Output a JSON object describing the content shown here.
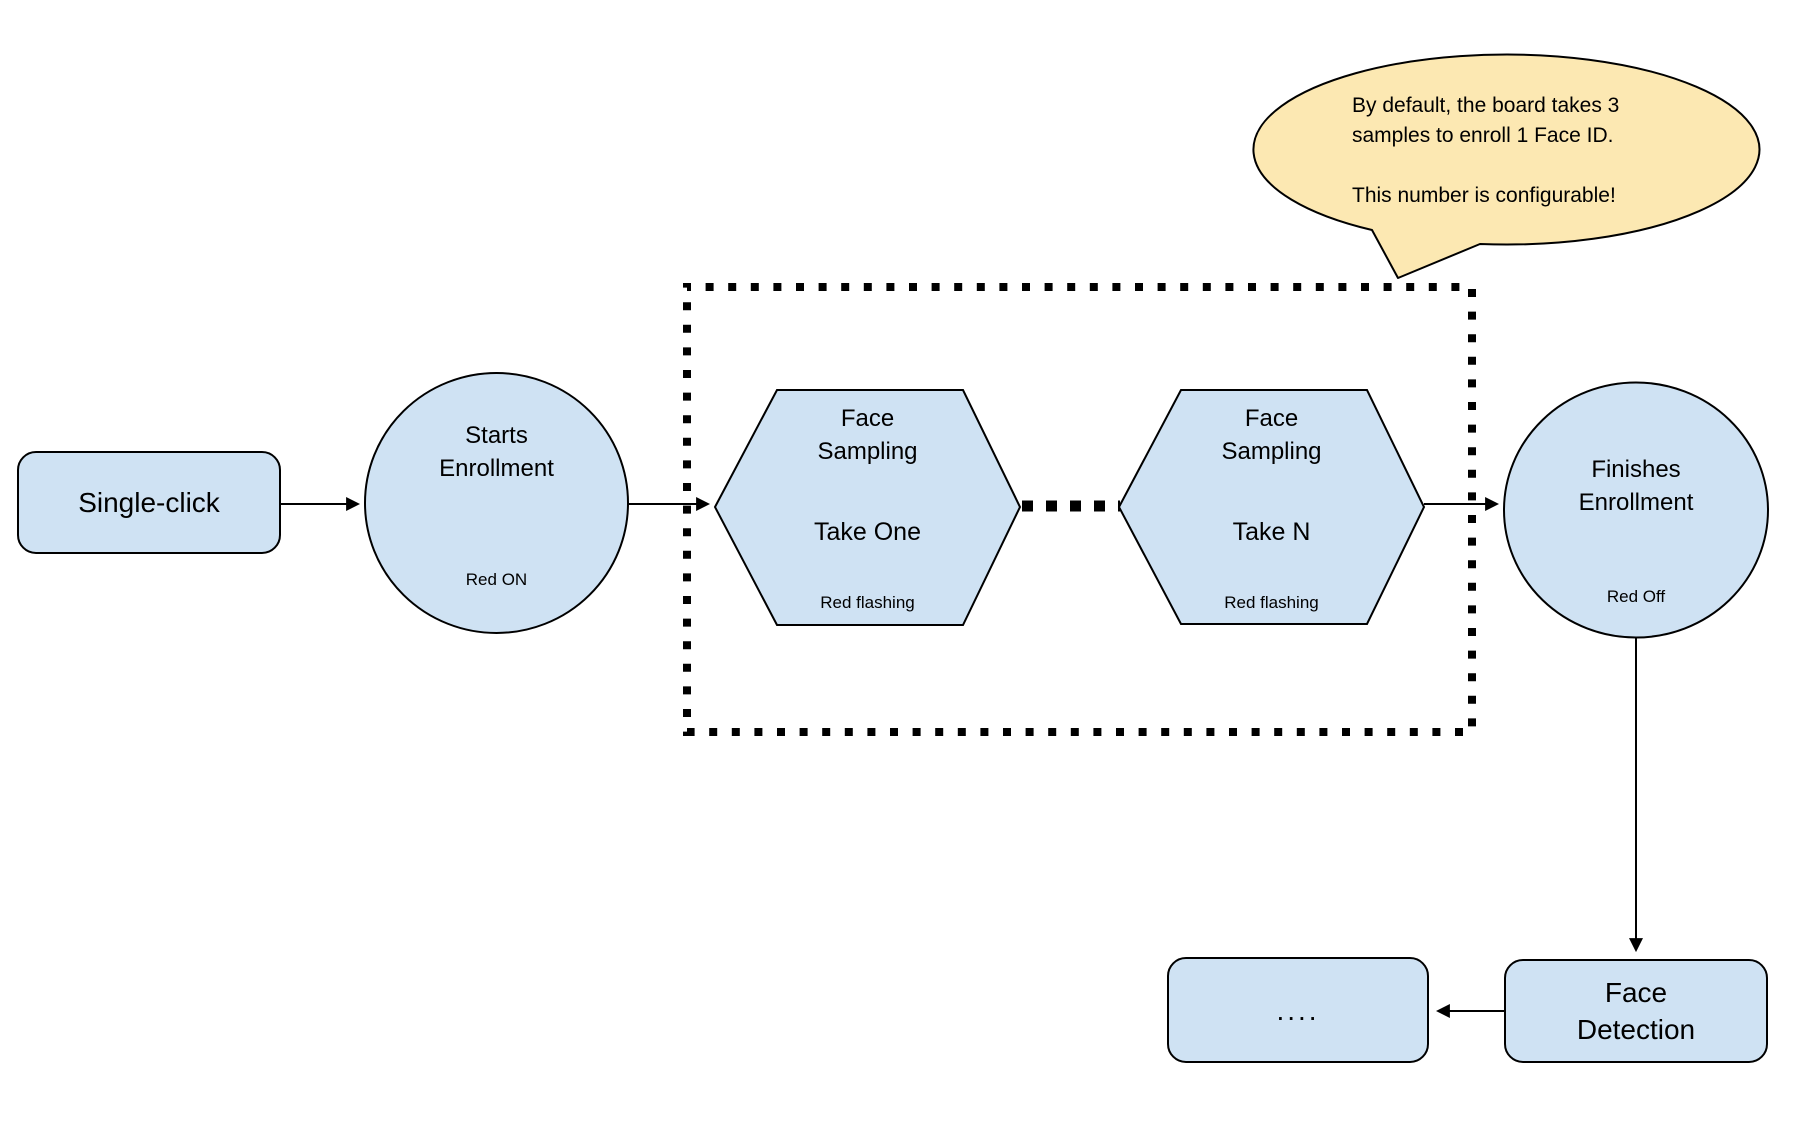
{
  "diagram": {
    "title_hint": "Face ID enrollment flowchart",
    "colors": {
      "node_fill": "#cfe2f3",
      "node_stroke": "#000000",
      "callout_fill": "#fce8b2",
      "background": "#ffffff",
      "text": "#000000"
    },
    "nodes": {
      "single_click": {
        "label": "Single-click"
      },
      "starts_enrollment": {
        "label": "Starts\nEnrollment",
        "status": "Red ON"
      },
      "face_sampling_one": {
        "label": "Face\nSampling",
        "take": "Take One",
        "status": "Red flashing"
      },
      "face_sampling_n": {
        "label": "Face\nSampling",
        "take": "Take N",
        "status": "Red flashing"
      },
      "finishes_enrollment": {
        "label": "Finishes\nEnrollment",
        "status": "Red Off"
      },
      "face_detection": {
        "label": "Face\nDetection"
      },
      "continuation": {
        "label": "...."
      }
    },
    "callout": {
      "text": "By default, the board takes 3\nsamples to enroll 1 Face ID.\n\nThis number is configurable!"
    }
  }
}
